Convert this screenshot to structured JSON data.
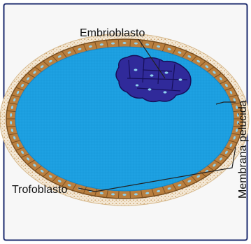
{
  "diagram": {
    "labels": {
      "embrioblasto": "Embrioblasto",
      "membrana": "Membrana pelúcida",
      "trofoblasto": "Trofoblasto"
    },
    "colors": {
      "frame_border": "#1c2b6e",
      "frame_fill": "#f7f7f7",
      "zona": "#f3e7d4",
      "zona_stipple": "#c79a5f",
      "trophoblast_cell": "#b97f3f",
      "trophoblast_outline": "#7a4f20",
      "nucleus": "#8fd2ee",
      "blastocoel": "#1c9fe0",
      "blastocoel_edge": "#1584c5",
      "embryoblast_cell": "#302a9a",
      "embryoblast_outline": "#160f5a",
      "leader": "#222222"
    }
  }
}
